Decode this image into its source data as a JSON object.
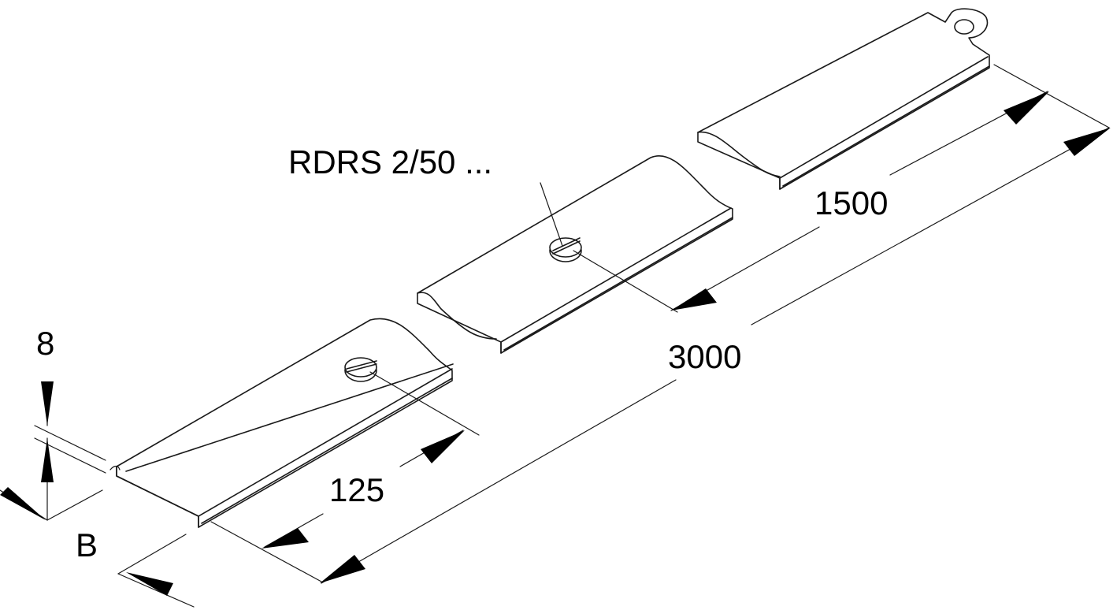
{
  "dimensions": {
    "height": "8",
    "width": "B",
    "screw_spacing": "125",
    "half_length": "1500",
    "total_length": "3000"
  },
  "callouts": {
    "part_number": "RDRS 2/50 ..."
  }
}
